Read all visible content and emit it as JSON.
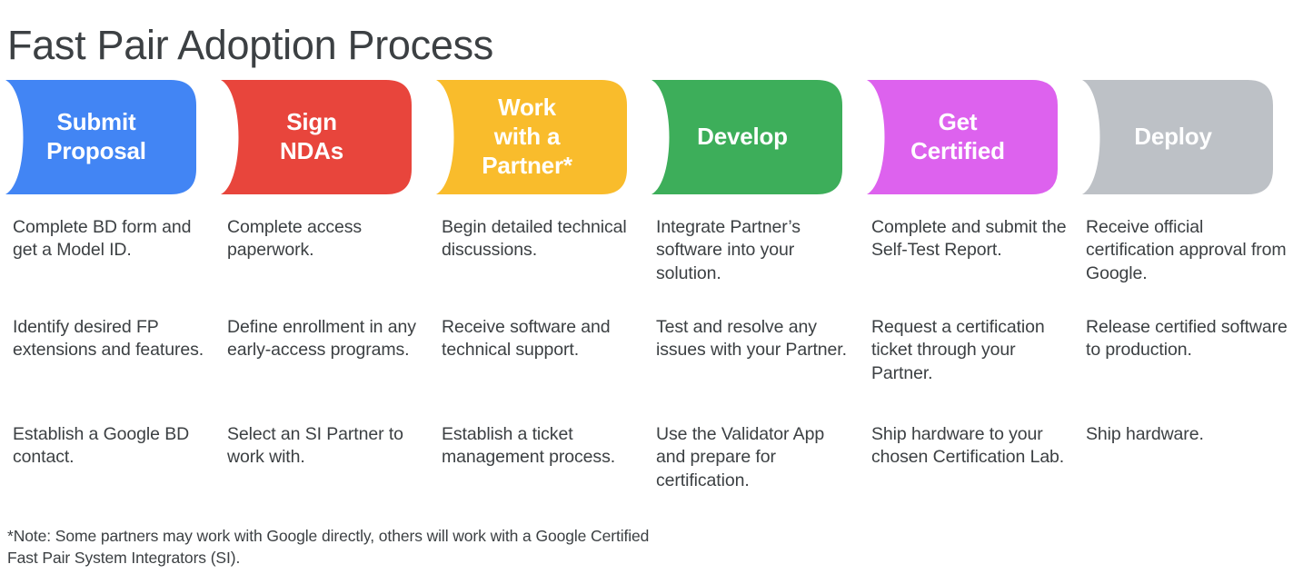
{
  "page_title": "Fast Pair Adoption Process",
  "colors": {
    "text": "#3C4043",
    "background": "#FFFFFF",
    "banner_text": "#FFFFFF",
    "step_1_blue": "#4285F4",
    "step_2_red": "#E8453C",
    "step_3_yellow": "#F9BC2C",
    "step_4_green": "#3DAE5A",
    "step_5_magenta": "#DD62EE",
    "step_6_gray": "#BDC1C6"
  },
  "steps": [
    {
      "label": "Submit\nProposal",
      "color": "#4285F4",
      "items": [
        "Complete BD form and get a Model ID.",
        "Identify desired FP extensions and features.",
        "Establish a Google BD contact."
      ]
    },
    {
      "label": "Sign\nNDAs",
      "color": "#E8453C",
      "items": [
        "Complete access paperwork.",
        "Define enrollment in any early-access programs.",
        "Select an SI Partner to work with."
      ]
    },
    {
      "label": "Work\nwith a\nPartner*",
      "color": "#F9BC2C",
      "items": [
        "Begin detailed technical discussions.",
        "Receive software and technical support.",
        "Establish a ticket management process."
      ]
    },
    {
      "label": "Develop",
      "color": "#3DAE5A",
      "items": [
        "Integrate Partner’s software into your solution.",
        "Test and resolve any issues with your Partner.",
        "Use the Validator App and prepare for certification."
      ]
    },
    {
      "label": "Get\nCertified",
      "color": "#DD62EE",
      "items": [
        "Complete and submit the Self-Test Report.",
        "Request a certification ticket through your Partner.",
        "Ship hardware to your chosen Certification Lab."
      ]
    },
    {
      "label": "Deploy",
      "color": "#BDC1C6",
      "items": [
        "Receive official certification approval from Google.",
        "Release certified software to production.",
        "Ship hardware."
      ]
    }
  ],
  "footnote": "*Note: Some partners may work with Google directly, others will work with a Google Certified Fast Pair System Integrators (SI)."
}
